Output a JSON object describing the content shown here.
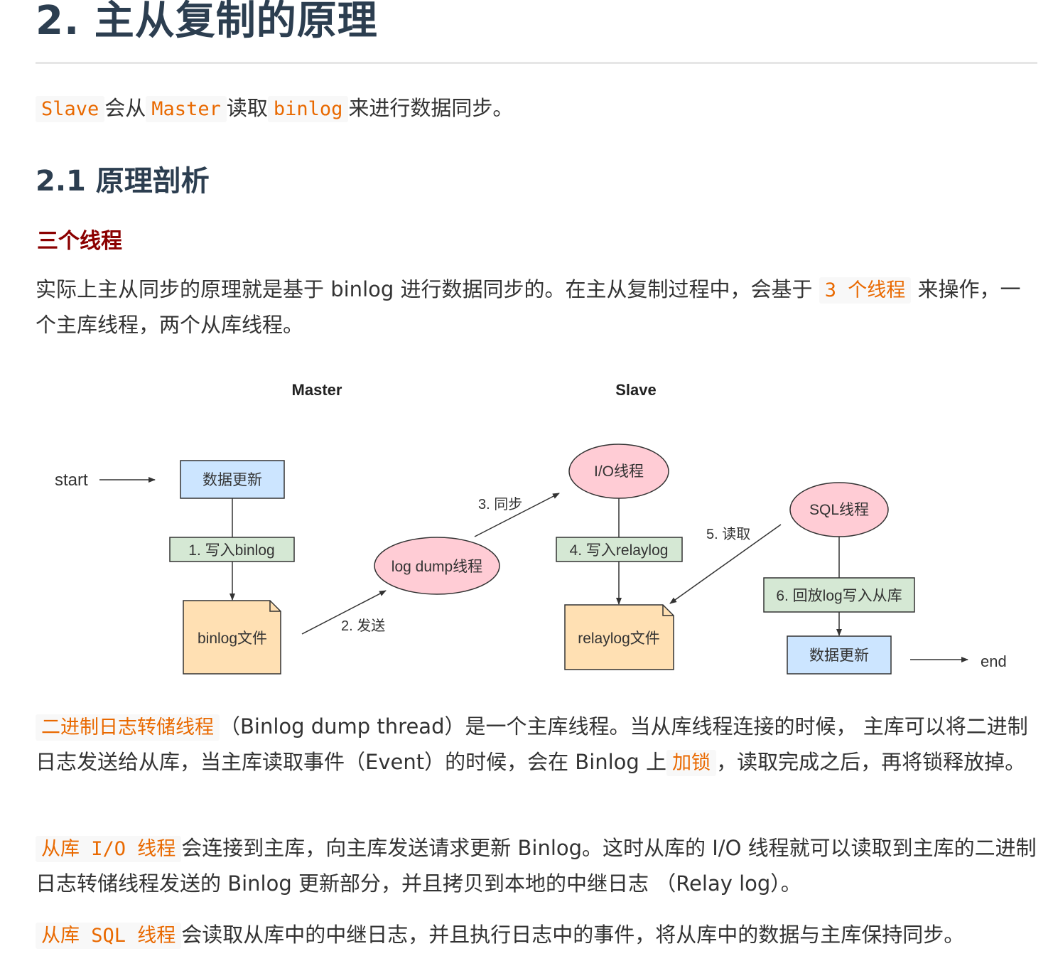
{
  "heading": "2. 主从复制的原理",
  "intro": {
    "code1": "Slave",
    "text1": "会从",
    "code2": "Master",
    "text2": "读取",
    "code3": "binlog",
    "text3": "来进行数据同步。"
  },
  "section": {
    "title": "2.1 原理剖析",
    "subtitle": "三个线程"
  },
  "para1": {
    "text1": "实际上主从同步的原理就是基于 binlog 进行数据同步的。在主从复制过程中，会基于",
    "code": "3 个线程",
    "text2": "来操作，一个主库线程，两个从库线程。"
  },
  "diagram": {
    "master_label": "Master",
    "slave_label": "Slave",
    "start_label": "start",
    "end_label": "end",
    "master_update": "数据更新",
    "write_binlog": "1. 写入binlog",
    "binlog_file": "binlog文件",
    "send": "2. 发送",
    "log_dump_thread": "log dump线程",
    "sync": "3. 同步",
    "io_thread": "I/O线程",
    "write_relaylog": "4. 写入relaylog",
    "relaylog_file": "relaylog文件",
    "read": "5. 读取",
    "sql_thread": "SQL线程",
    "replay": "6. 回放log写入从库",
    "slave_update": "数据更新",
    "colors": {
      "blue_box": "#cce5ff",
      "green_box": "#d5e8d4",
      "pink_ellipse": "#ffccd5",
      "file_fill": "#ffe0b3"
    }
  },
  "para2": {
    "code": "二进制日志转储线程",
    "text": "（Binlog dump thread）是一个主库线程。当从库线程连接的时候， 主库可以将二进制日志发送给从库，当主库读取事件（Event）的时候，会在 Binlog 上",
    "code2": "加锁",
    "text2": "，读取完成之后，再将锁释放掉。"
  },
  "para3": {
    "code": "从库 I/O 线程",
    "text": "会连接到主库，向主库发送请求更新 Binlog。这时从库的 I/O 线程就可以读取到主库的二进制日志转储线程发送的 Binlog 更新部分，并且拷贝到本地的中继日志 （Relay log）。"
  },
  "para4": {
    "code": "从库 SQL 线程",
    "text": "会读取从库中的中继日志，并且执行日志中的事件，将从库中的数据与主库保持同步。"
  }
}
